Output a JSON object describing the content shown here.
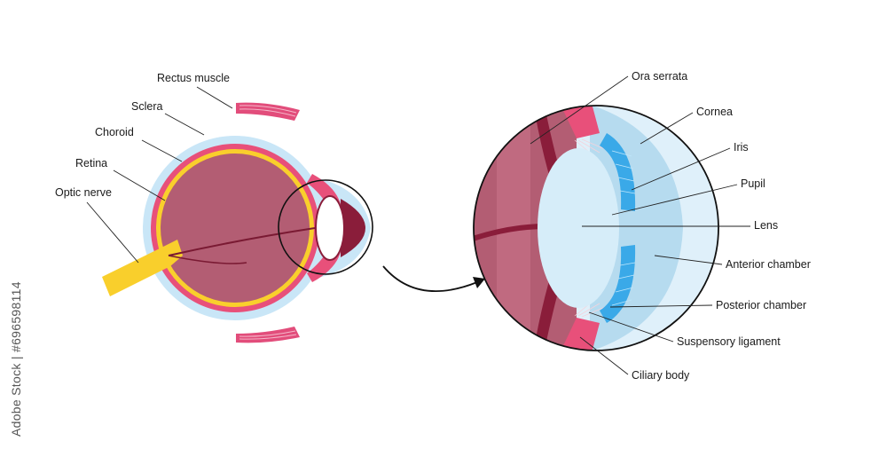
{
  "labels": {
    "rectus_muscle": "Rectus muscle",
    "sclera": "Sclera",
    "choroid": "Choroid",
    "retina": "Retina",
    "optic_nerve": "Optic nerve",
    "ora_serrata": "Ora serrata",
    "cornea": "Cornea",
    "iris": "Iris",
    "pupil": "Pupil",
    "lens": "Lens",
    "anterior_chamber": "Anterior chamber",
    "posterior_chamber": "Posterior chamber",
    "suspensory_ligament": "Suspensory ligament",
    "ciliary_body": "Ciliary body"
  },
  "watermark": "Adobe Stock | #696598114",
  "colors": {
    "sclera": "#c9e6f7",
    "choroid": "#e8507a",
    "retina": "#f9cf2c",
    "vitreous": "#b35d73",
    "deep": "#8a1d3a",
    "lens": "#d6edf9",
    "iris": "#3aa9e8",
    "cornea": "#dff0fa",
    "chamber": "#b6dbef"
  }
}
